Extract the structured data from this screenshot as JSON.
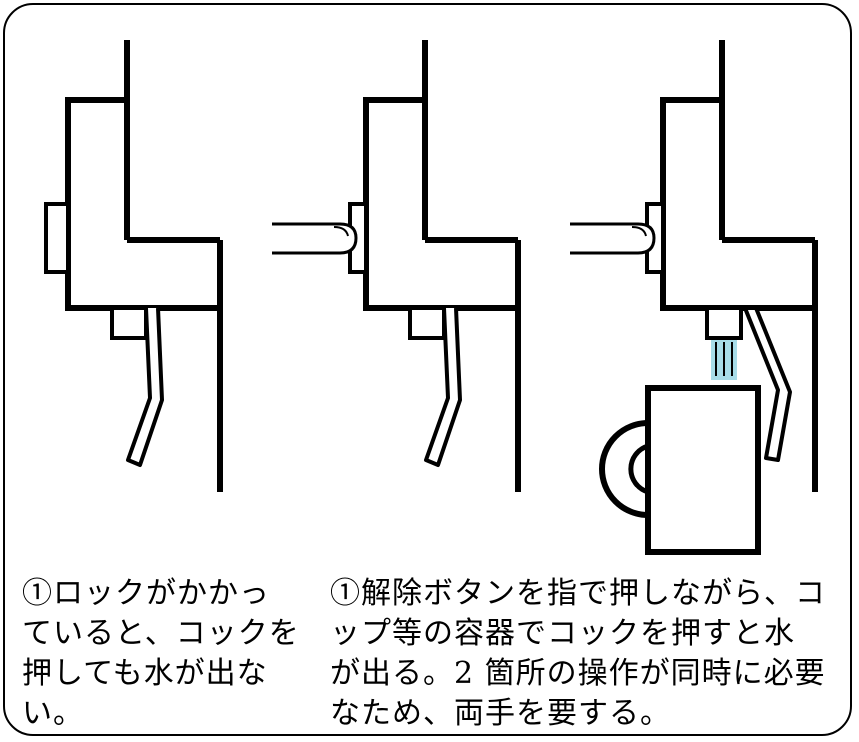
{
  "captions": {
    "left": [
      "①ロックがかかっ",
      "ていると、コックを",
      "押しても水が出な",
      "い。"
    ],
    "right": [
      "①解除ボタンを指で押しながら、コ",
      "ップ等の容器でコックを押すと水",
      "が出る。2 箇所の操作が同時に必要",
      "なため、両手を要する。"
    ]
  },
  "colors": {
    "line": "#000000",
    "water": "#a8dce8"
  }
}
